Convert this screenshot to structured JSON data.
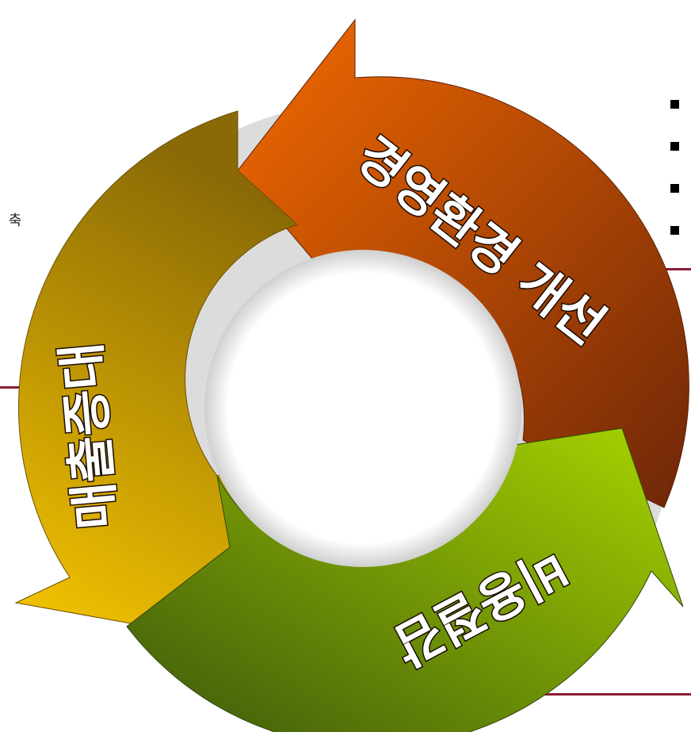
{
  "diagram": {
    "segments": [
      {
        "label": "경영환경 개선",
        "color_start": "#f26b00",
        "color_end": "#7a2c08"
      },
      {
        "label": "매출증대",
        "color_start": "#f5c400",
        "color_end": "#8a6a00"
      },
      {
        "label": "비용절감",
        "color_start": "#a8d200",
        "color_end": "#3f5d0c"
      }
    ],
    "right_list": {
      "bullet_count": 4
    },
    "edge_text": "축",
    "rule_color": "#8a1d36"
  }
}
